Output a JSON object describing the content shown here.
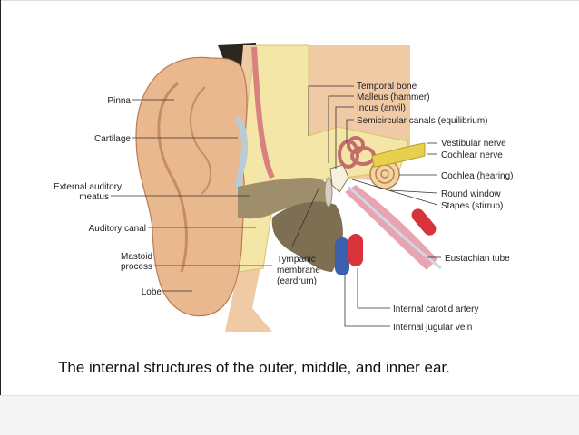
{
  "labels": {
    "pinna": "Pinna",
    "cartilage": "Cartilage",
    "external_auditory_1": "External auditory",
    "external_auditory_2": "meatus",
    "auditory_canal": "Auditory canal",
    "mastoid_1": "Mastoid",
    "mastoid_2": "process",
    "lobe": "Lobe",
    "tympanic_1": "Tympanic",
    "tympanic_2": "membrane",
    "tympanic_3": "(eardrum)",
    "temporal_bone": "Temporal bone",
    "malleus": "Malleus (hammer)",
    "incus": "Incus (anvil)",
    "semicircular": "Semicircular canals (equilibrium)",
    "vestibular_nerve": "Vestibular nerve",
    "cochlear_nerve": "Cochlear nerve",
    "cochlea": "Cochlea (hearing)",
    "round_window": "Round window",
    "stapes": "Stapes (stirrup)",
    "eustachian": "Eustachian tube",
    "carotid": "Internal carotid artery",
    "jugular": "Internal jugular vein"
  },
  "caption": "The internal structures of the outer, middle, and inner ear.",
  "colors": {
    "skin": "#e9b88f",
    "skin_shadow": "#c98b62",
    "bone": "#f3e6a6",
    "canal_dark": "#8a7a5c",
    "artery": "#d8323a",
    "vein": "#3d5fb0",
    "nerve": "#e8cf4e",
    "eustachian": "#e79aa9"
  }
}
